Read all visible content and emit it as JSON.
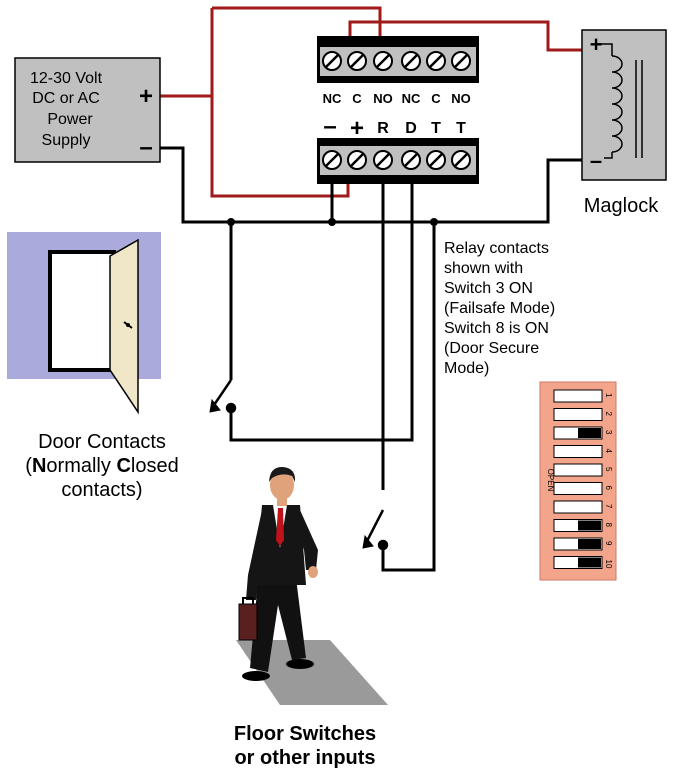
{
  "power_supply": {
    "lines": [
      "12-30 Volt",
      "DC or AC",
      "Power",
      "Supply"
    ],
    "plus": "+",
    "minus": "–"
  },
  "terminal_top": {
    "labels": [
      "NC",
      "C",
      "NO",
      "NC",
      "C",
      "NO"
    ]
  },
  "terminal_bottom": {
    "labels": [
      "–",
      "+",
      "R",
      "D",
      "T",
      "T"
    ]
  },
  "maglock": {
    "label": "Maglock",
    "plus": "+",
    "minus": "–"
  },
  "note": {
    "lines": [
      "Relay contacts",
      "shown with",
      "Switch 3 ON",
      "(Failsafe Mode)",
      "Switch 8 is ON",
      "(Door Secure",
      "Mode)"
    ]
  },
  "dip_switch": {
    "open_label": "OPEN",
    "numbers": [
      "1",
      "2",
      "3",
      "4",
      "5",
      "6",
      "7",
      "8",
      "9",
      "10"
    ],
    "on": [
      false,
      false,
      true,
      false,
      false,
      false,
      false,
      true,
      true,
      true
    ]
  },
  "door": {
    "caption_line1": "Door Contacts",
    "caption_line2_prefix": "(",
    "caption_line2_n": "N",
    "caption_line2_mid": "ormally ",
    "caption_line2_c": "C",
    "caption_line2_end": "losed",
    "caption_line3": "contacts)"
  },
  "floor": {
    "line1": "Floor Switches",
    "line2": "or other inputs"
  },
  "colors": {
    "wire_red": "#a01a1a",
    "wire_black": "#000000",
    "box_gray": "#c0c0c0",
    "door_wall": "#aaaadd",
    "door_leaf": "#f0e6c8",
    "dip_body": "#f3a58c",
    "floor_mat": "#9a9a9a"
  }
}
